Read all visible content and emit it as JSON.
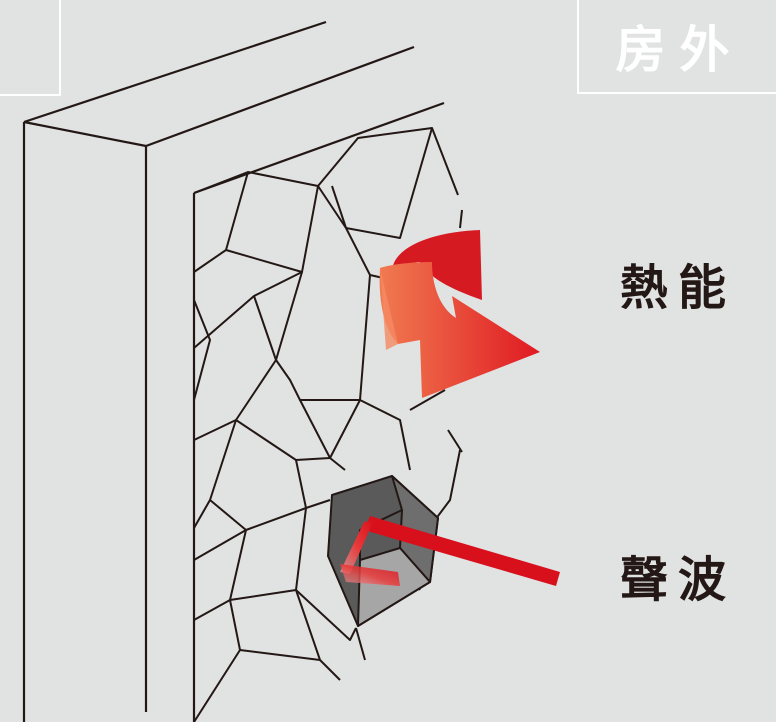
{
  "labels": {
    "outside": "房外",
    "heat": "熱能",
    "sound": "聲波"
  },
  "colors": {
    "background": "#e1e2e2",
    "line": "#231815",
    "heat_arrow": "#e8372a",
    "sound_arrow": "#e0202a",
    "cavity_dark": "#5a5a5a",
    "cavity_light": "#9a9a9a"
  }
}
